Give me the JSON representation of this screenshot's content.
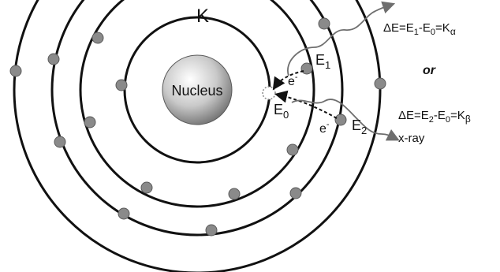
{
  "shell_label": "K",
  "nucleus_label": "Nucleus",
  "electron_label_1": "e",
  "electron_label_2": "e",
  "electron_superscript": "-",
  "energy_levels": {
    "e0": {
      "base": "E",
      "sub": "0"
    },
    "e1": {
      "base": "E",
      "sub": "1"
    },
    "e2": {
      "base": "E",
      "sub": "2"
    }
  },
  "equation_alpha": {
    "prefix": "ΔE=E",
    "sub1": "1",
    "mid": "-E",
    "sub2": "0",
    "mid2": "=K",
    "sub3": "α"
  },
  "or_label": "or",
  "equation_beta": {
    "prefix": "ΔE=E",
    "sub1": "2",
    "mid": "-E",
    "sub2": "0",
    "mid2": "=K",
    "sub3": "β"
  },
  "xray_label": "x-ray",
  "colors": {
    "shell": "#111111",
    "electron": "#8a8a8a",
    "xray": "#6e6e6e"
  }
}
